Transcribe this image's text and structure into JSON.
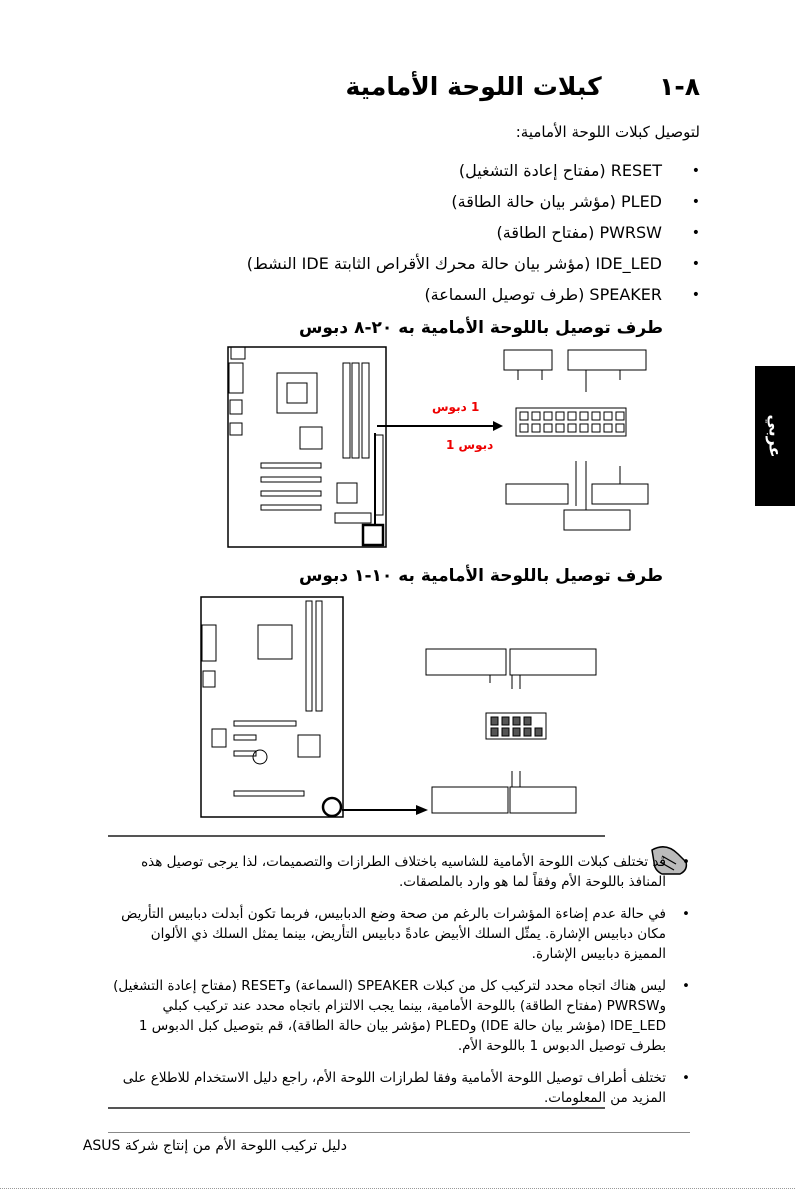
{
  "heading": {
    "number": "٨-١",
    "title": "كبلات اللوحة الأمامية"
  },
  "intro": "لتوصيل كبلات اللوحة الأمامية:",
  "bullets": [
    "RESET (مفتاح إعادة التشغيل)",
    "PLED (مؤشر بيان حالة الطاقة)",
    "PWRSW (مفتاح الطاقة)",
    "IDE_LED (مؤشر بيان حالة محرك الأقراص الثابتة IDE النشط)",
    "SPEAKER (طرف توصيل السماعة)"
  ],
  "bullet_symbol": "•",
  "section1": {
    "title": "طرف توصيل باللوحة الأمامية به ٢٠-٨ دبوس",
    "pin_label": "1 دبوس",
    "pin_label_2": "دبوس 1"
  },
  "section2": {
    "title": "طرف توصيل باللوحة الأمامية به ١٠-١ دبوس"
  },
  "side_tab": "عربي",
  "notes": [
    "قد تختلف كبلات اللوحة الأمامية للشاسيه باختلاف الطرازات والتصميمات، لذا يرجى توصيل هذه المنافذ باللوحة الأم وفقاً لما هو وارد بالملصقات.",
    "في حالة عدم إضاءة المؤشرات بالرغم من صحة وضع الدبابيس، فربما تكون أبدلت دبابيس التأريض مكان دبابيس الإشارة. يمثّل السلك الأبيض عادةً دبابيس التأريض، بينما يمثل السلك ذي الألوان المميزة دبابيس الإشارة.",
    "ليس هناك اتجاه محدد لتركيب كل من كبلات SPEAKER (السماعة) وRESET (مفتاح إعادة التشغيل) وPWRSW (مفتاح الطاقة) باللوحة الأمامية، بينما يجب الالتزام باتجاه محدد عند تركيب كبلي IDE_LED (مؤشر بيان حالة IDE) وPLED (مؤشر بيان حالة الطاقة)، قم بتوصيل كبل الدبوس 1 بطرف توصيل الدبوس 1 باللوحة الأم.",
    "تختلف أطراف توصيل اللوحة الأمامية وفقا لطرازات اللوحة الأم، راجع دليل الاستخدام للاطلاع على المزيد من المعلومات."
  ],
  "footer": "دليل تركيب اللوحة الأم من إنتاج شركة ASUS"
}
